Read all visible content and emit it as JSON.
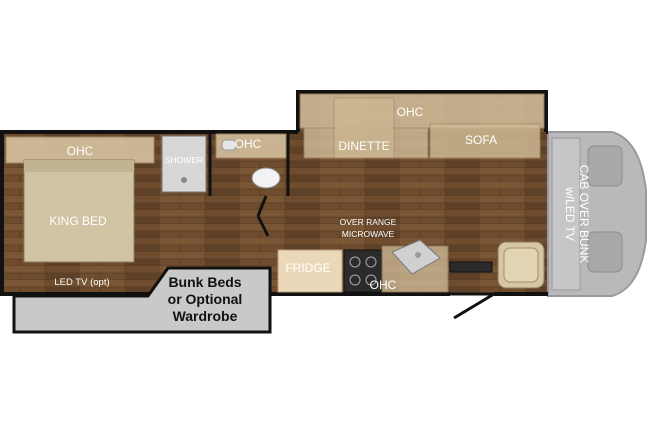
{
  "labels": {
    "ohc_bedroom": "OHC",
    "shower": "SHOWER",
    "ohc_bath": "OHC",
    "ohc_slide": "OHC",
    "dinette": "DINETTE",
    "sofa": "SOFA",
    "king_bed": "KING BED",
    "over_range_line1": "OVER RANGE",
    "over_range_line2": "MICROWAVE",
    "fridge": "FRIDGE",
    "ohc_kitchen": "OHC",
    "led_tv": "LED TV (opt)",
    "bunk_line1": "Bunk Beds",
    "bunk_line2": "or Optional",
    "bunk_line3": "Wardrobe",
    "cab_line1": "CAB OVER BUNK",
    "cab_line2": "w/LED TV"
  },
  "colors": {
    "floor": "#6b4a2c",
    "wall": "#111111",
    "cabinet": "#d9c6a3",
    "cab": "#b9b9bb",
    "bunk": "#c9c9c9"
  }
}
